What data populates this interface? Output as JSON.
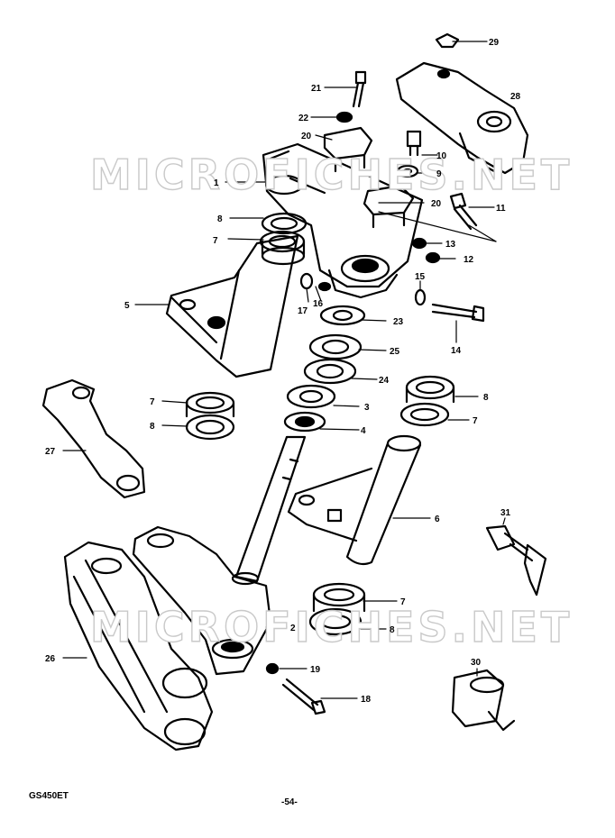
{
  "watermark": {
    "text": "MICROFICHES.NET"
  },
  "footer": {
    "model": "GS450ET",
    "page_number": "-54-"
  },
  "callouts": {
    "c1": "1",
    "c2": "2",
    "c3": "3",
    "c4": "4",
    "c5": "5",
    "c6": "6",
    "c7a": "7",
    "c7b": "7",
    "c7c": "7",
    "c7d": "7",
    "c8a": "8",
    "c8b": "8",
    "c8c": "8",
    "c8d": "8",
    "c9": "9",
    "c10": "10",
    "c11": "11",
    "c12": "12",
    "c13": "13",
    "c14": "14",
    "c15": "15",
    "c16": "16",
    "c17": "17",
    "c18": "18",
    "c19": "19",
    "c20a": "20",
    "c20b": "20",
    "c21": "21",
    "c22": "22",
    "c23": "23",
    "c24": "24",
    "c25": "25",
    "c26": "26",
    "c27": "27",
    "c28": "28",
    "c29": "29",
    "c30": "30",
    "c31": "31"
  },
  "colors": {
    "ink": "#000000",
    "paper": "#ffffff",
    "watermark": "#c9c9c9"
  }
}
